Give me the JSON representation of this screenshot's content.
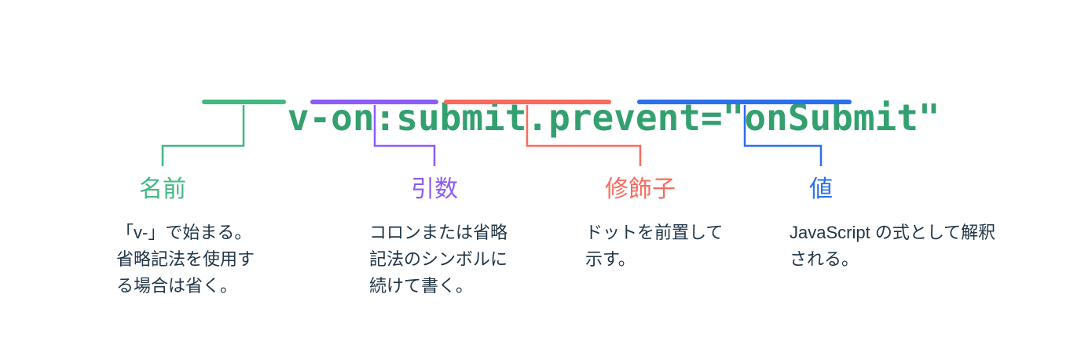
{
  "diagram": {
    "title_code": "v-on:submit.prevent=\"onSubmit\"",
    "background_color": "#ffffff",
    "code_color": "#33a06f",
    "text_color": "#213547",
    "parts": [
      {
        "id": "name",
        "code_segment": "v-on",
        "label": "名前",
        "description": "「v-」で始まる。省略記法を使用する場合は省く。",
        "color": "#42b883"
      },
      {
        "id": "argument",
        "code_segment": "submit",
        "label": "引数",
        "description": "コロンまたは省略記法のシンボルに続けて書く。",
        "color": "#8b5cf6"
      },
      {
        "id": "modifier",
        "code_segment": "prevent",
        "label": "修飾子",
        "description": "ドットを前置して示す。",
        "color": "#fb6a5d"
      },
      {
        "id": "value",
        "code_segment": "\"onSubmit\"",
        "label": "値",
        "description": "JavaScript の式として解釈される。",
        "color": "#2b6fed"
      }
    ]
  }
}
